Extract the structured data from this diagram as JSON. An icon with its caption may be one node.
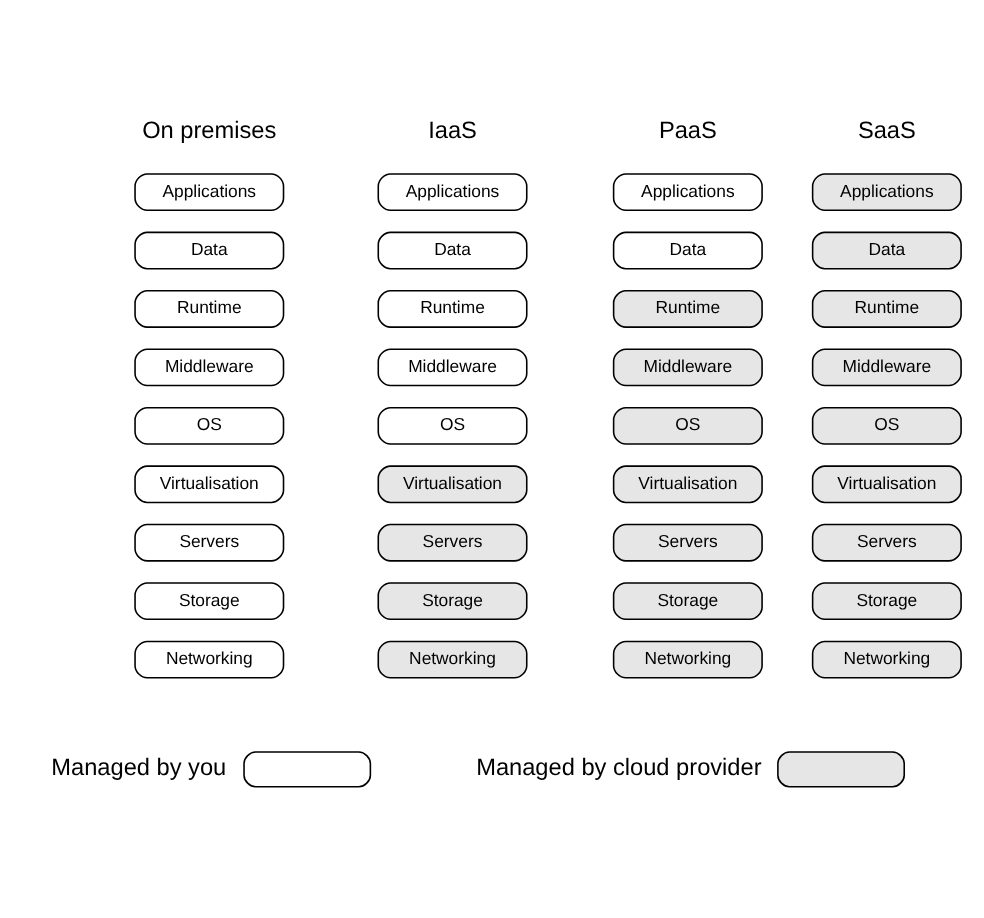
{
  "diagram": {
    "nodes": [
      {
        "text": [
          "Applications"
        ]
      },
      {
        "text": [
          "Applications"
        ]
      },
      {
        "text": [
          "Applications"
        ]
      },
      {
        "text": [
          "Applications"
        ]
      },
      {
        "text": [
          "Data"
        ]
      },
      {
        "text": [
          "Data"
        ]
      },
      {
        "text": [
          "Data"
        ]
      },
      {
        "text": [
          "Data"
        ]
      },
      {
        "text": [
          "Runtime"
        ]
      },
      {
        "text": [
          "Runtime"
        ]
      },
      {
        "text": [
          "Runtime"
        ]
      },
      {
        "text": [
          "Runtime"
        ]
      },
      {
        "text": [
          "Middleware"
        ]
      },
      {
        "text": [
          "Middleware"
        ]
      },
      {
        "text": [
          "Middleware"
        ]
      },
      {
        "text": [
          "Middleware"
        ]
      },
      {
        "text": [
          "OS"
        ]
      },
      {
        "text": [
          "OS"
        ]
      },
      {
        "text": [
          "OS"
        ]
      },
      {
        "text": [
          "OS"
        ]
      },
      {
        "text": [
          "Virtualisation"
        ]
      },
      {
        "text": [
          "Virtualisation"
        ]
      },
      {
        "text": [
          "Virtualisation"
        ]
      },
      {
        "text": [
          "Virtualisation"
        ]
      },
      {
        "text": [
          "Servers"
        ]
      },
      {
        "text": [
          "Servers"
        ]
      },
      {
        "text": [
          "Servers"
        ]
      },
      {
        "text": [
          "Servers"
        ]
      },
      {
        "text": [
          "Storage"
        ]
      },
      {
        "text": [
          "Storage"
        ]
      },
      {
        "text": [
          "Storage"
        ]
      },
      {
        "text": [
          "Storage"
        ]
      },
      {
        "text": [
          "Networking"
        ]
      },
      {
        "text": [
          "Networking"
        ]
      },
      {
        "text": [
          "Networking"
        ]
      },
      {
        "text": [
          "Networking"
        ]
      }
    ],
    "edges": [],
    "labels": [
      "On premises",
      "IaaS",
      "PaaS",
      "SaaS"
    ],
    "legend": [
      {
        "text": "Managed by you",
        "color": "#ffffff"
      },
      {
        "text": "Managed by cloud provider",
        "color": "#e6e6e6"
      }
    ]
  }
}
